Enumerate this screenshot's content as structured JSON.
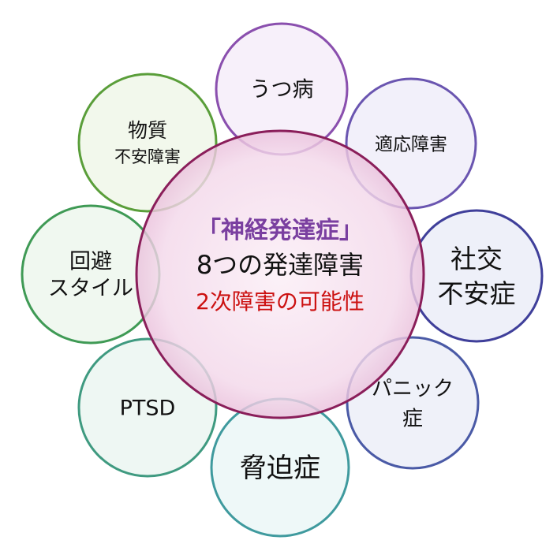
{
  "center": {
    "title": "「神経発達症」",
    "line2": "8つの発達障害",
    "line3": "2次障害の可能性",
    "title_color": "#7a3fa0",
    "line3_color": "#cc1111",
    "text_color": "#111111"
  },
  "satellites": [
    {
      "id": "depression",
      "lines": [
        "うつ病"
      ],
      "stroke": "#8a4fae",
      "fill": "#f6eefa"
    },
    {
      "id": "adjustment",
      "lines": [
        "適応障害"
      ],
      "stroke": "#6a55b0",
      "fill": "#f1eefa"
    },
    {
      "id": "social-anxiety",
      "lines": [
        "社交",
        "不安症"
      ],
      "stroke": "#3f3f9a",
      "fill": "#eceef8"
    },
    {
      "id": "panic",
      "lines": [
        "パニック",
        "症"
      ],
      "stroke": "#4a5aa6",
      "fill": "#edf0f8"
    },
    {
      "id": "ocd",
      "lines": [
        "脅迫症"
      ],
      "stroke": "#3f9a9e",
      "fill": "#ecf7f7"
    },
    {
      "id": "ptsd",
      "lines": [
        "PTSD"
      ],
      "stroke": "#3f9a80",
      "fill": "#ecf6f2"
    },
    {
      "id": "avoidance",
      "lines": [
        "回避",
        "スタイル"
      ],
      "stroke": "#3f9a55",
      "fill": "#eef7ee"
    },
    {
      "id": "material-anxiety",
      "lines": [
        "物質",
        "不安障害"
      ],
      "stroke": "#5a9e3a",
      "fill": "#f1f7ea"
    }
  ]
}
